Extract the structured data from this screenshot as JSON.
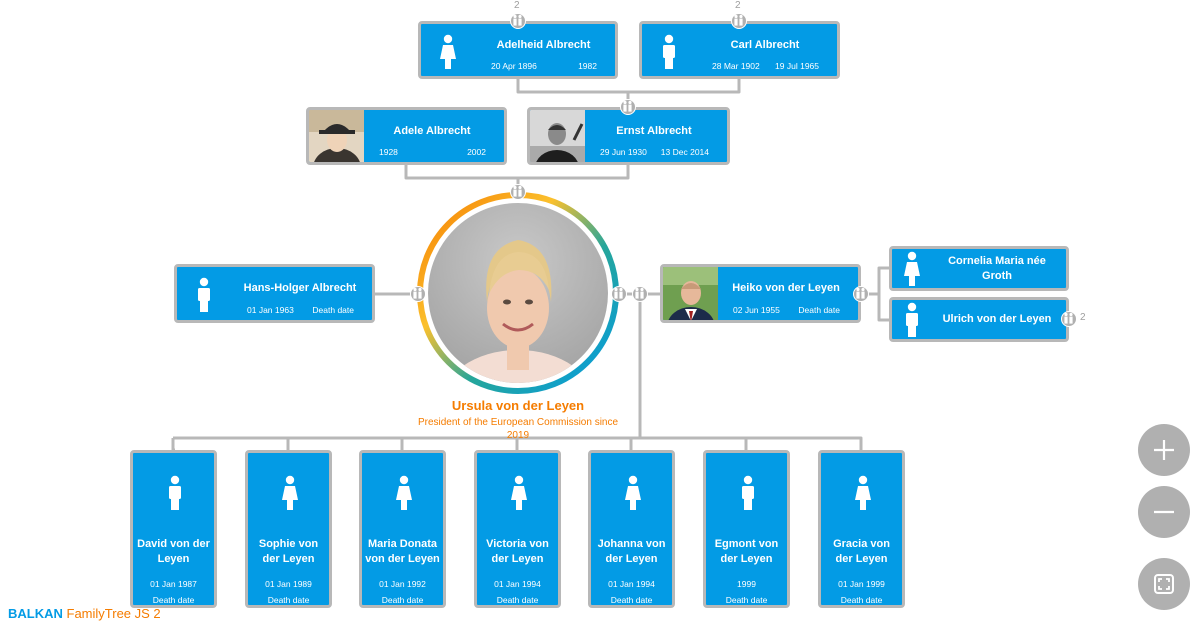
{
  "colors": {
    "node": "#039be5",
    "border": "#b8b8b8",
    "accent": "#f57c00",
    "line": "#b8b8b8"
  },
  "people": {
    "adelheid": {
      "name": "Adelheid Albrecht",
      "birth": "20 Apr 1896",
      "death": "1982",
      "gender": "female",
      "photo": false
    },
    "carl": {
      "name": "Carl Albrecht",
      "birth": "28 Mar 1902",
      "death": "19 Jul 1965",
      "gender": "male",
      "photo": false
    },
    "adele": {
      "name": "Adele Albrecht",
      "birth": "1928",
      "death": "2002",
      "gender": "female",
      "photo": true
    },
    "ernst": {
      "name": "Ernst Albrecht",
      "birth": "29 Jun 1930",
      "death": "13 Dec 2014",
      "gender": "male",
      "photo": true
    },
    "hans": {
      "name": "Hans-Holger Albrecht",
      "birth": "01 Jan 1963",
      "death": "Death date",
      "gender": "male",
      "photo": false
    },
    "heiko": {
      "name": "Heiko von der Leyen",
      "birth": "02 Jun 1955",
      "death": "Death date",
      "gender": "male",
      "photo": true
    },
    "cornelia": {
      "name": "Cornelia Maria née Groth",
      "gender": "female",
      "photo": false
    },
    "ulrich": {
      "name": "Ulrich von der Leyen",
      "gender": "male",
      "photo": false
    },
    "david": {
      "name": "David von der Leyen",
      "birth": "01 Jan 1987",
      "death": "Death date",
      "gender": "male"
    },
    "sophie": {
      "name": "Sophie von der Leyen",
      "birth": "01 Jan 1989",
      "death": "Death date",
      "gender": "female"
    },
    "maria": {
      "name": "Maria Donata von der Leyen",
      "birth": "01 Jan 1992",
      "death": "Death date",
      "gender": "female"
    },
    "victoria": {
      "name": "Victoria von der Leyen",
      "birth": "01 Jan 1994",
      "death": "Death date",
      "gender": "female"
    },
    "johanna": {
      "name": "Johanna von der Leyen",
      "birth": "01 Jan 1994",
      "death": "Death date",
      "gender": "female"
    },
    "egmont": {
      "name": "Egmont von der Leyen",
      "birth": "1999",
      "death": "Death date",
      "gender": "male"
    },
    "gracia": {
      "name": "Gracia von der Leyen",
      "birth": "01 Jan 1999",
      "death": "Death date",
      "gender": "female"
    }
  },
  "main": {
    "name": "Ursula von der Leyen",
    "title": "President of the European Commission since 2019"
  },
  "counts": {
    "adelheid": "2",
    "carl": "2",
    "ulrich": "2"
  },
  "zoom": {
    "in_icon": "plus-icon",
    "out_icon": "minus-icon",
    "fit_icon": "fit-screen-icon"
  },
  "brand": {
    "company": "BALKAN",
    "product": "FamilyTree JS 2"
  }
}
